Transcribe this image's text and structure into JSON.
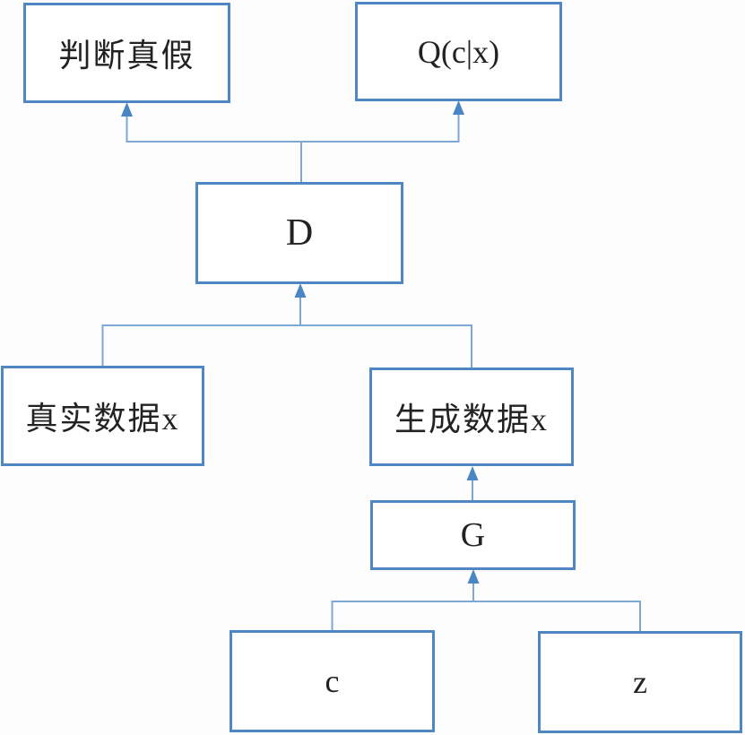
{
  "diagram": {
    "type": "flowchart",
    "nodes": {
      "judge_real_fake": {
        "label": "判断真假"
      },
      "q_c_given_x": {
        "label": "Q(c|x)"
      },
      "discriminator": {
        "label": "D"
      },
      "real_data": {
        "label": "真实数据x"
      },
      "generated_data": {
        "label": "生成数据x"
      },
      "generator": {
        "label": "G"
      },
      "latent_code": {
        "label": "c"
      },
      "noise": {
        "label": "z"
      }
    },
    "edges": [
      {
        "from": "discriminator",
        "to": "judge_real_fake"
      },
      {
        "from": "discriminator",
        "to": "q_c_given_x"
      },
      {
        "from": "real_data",
        "to": "discriminator"
      },
      {
        "from": "generated_data",
        "to": "discriminator"
      },
      {
        "from": "generator",
        "to": "generated_data"
      },
      {
        "from": "latent_code",
        "to": "generator"
      },
      {
        "from": "noise",
        "to": "generator"
      }
    ],
    "colors": {
      "box_border": "#4e87c1",
      "connector_line": "#7da8d6",
      "arrowhead": "#4a86c6",
      "text": "#222222",
      "background": "#fdfdfd"
    }
  }
}
